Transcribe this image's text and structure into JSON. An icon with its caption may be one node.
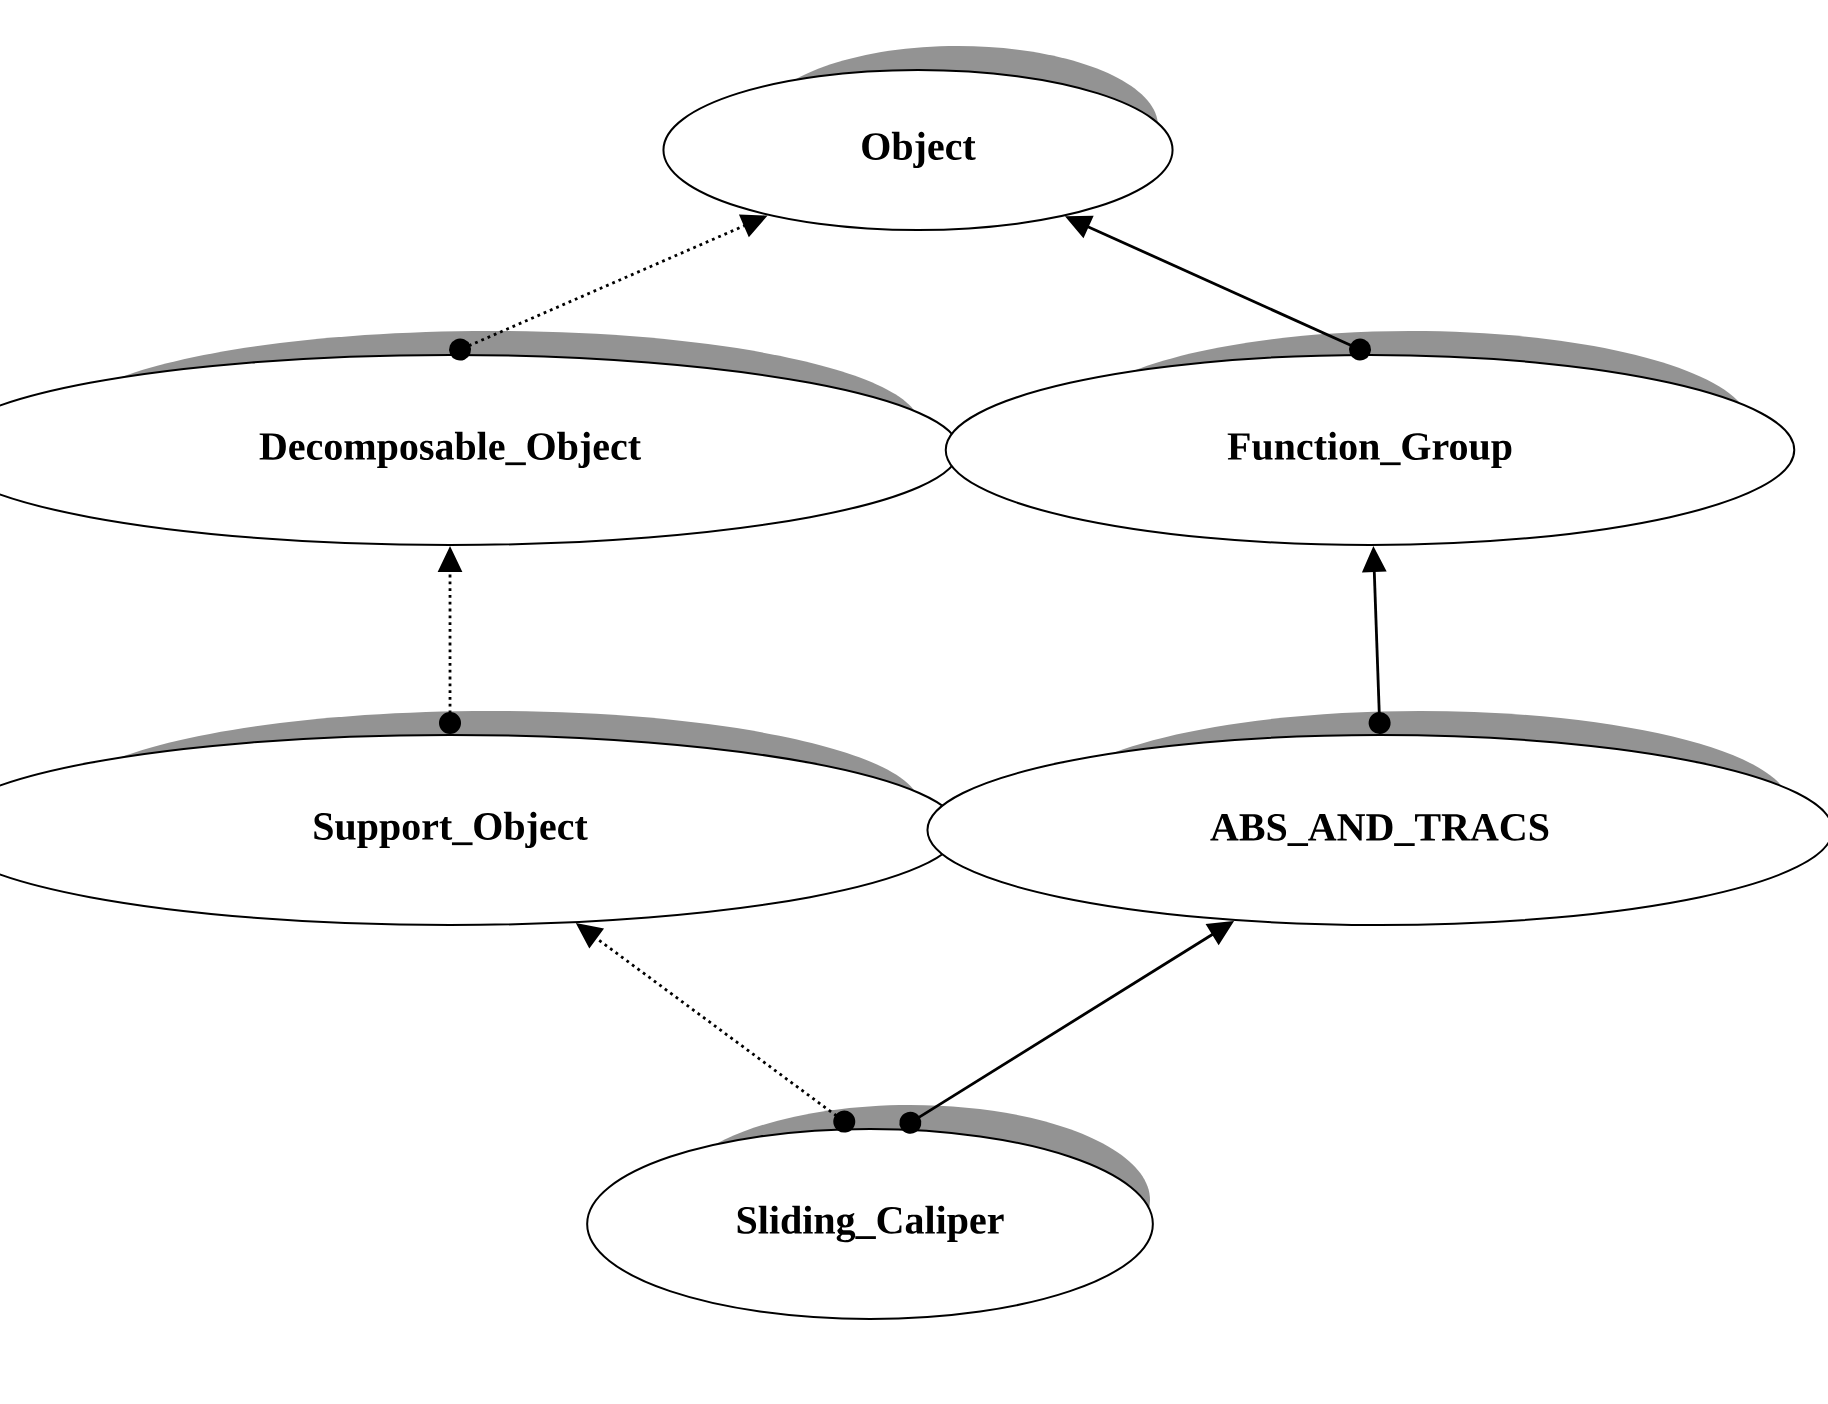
{
  "diagram": {
    "nodes": [
      {
        "text": [
          "Object"
        ]
      },
      {
        "text": [
          "Decomposable_Object"
        ]
      },
      {
        "text": [
          "Function_Group"
        ]
      },
      {
        "text": [
          "Support_Object"
        ]
      },
      {
        "text": [
          "ABS_AND_TRACS"
        ]
      },
      {
        "text": [
          "Sliding_Caliper"
        ]
      }
    ],
    "edges": [
      {
        "from": 1,
        "to": 0,
        "arrow": "to",
        "style": "dashed"
      },
      {
        "from": 2,
        "to": 0,
        "arrow": "to"
      },
      {
        "from": 3,
        "to": 1,
        "arrow": "to",
        "style": "dashed"
      },
      {
        "from": 4,
        "to": 2,
        "arrow": "to"
      },
      {
        "from": 5,
        "to": 3,
        "arrow": "to",
        "style": "dashed"
      },
      {
        "from": 5,
        "to": 4,
        "arrow": "to"
      }
    ]
  }
}
